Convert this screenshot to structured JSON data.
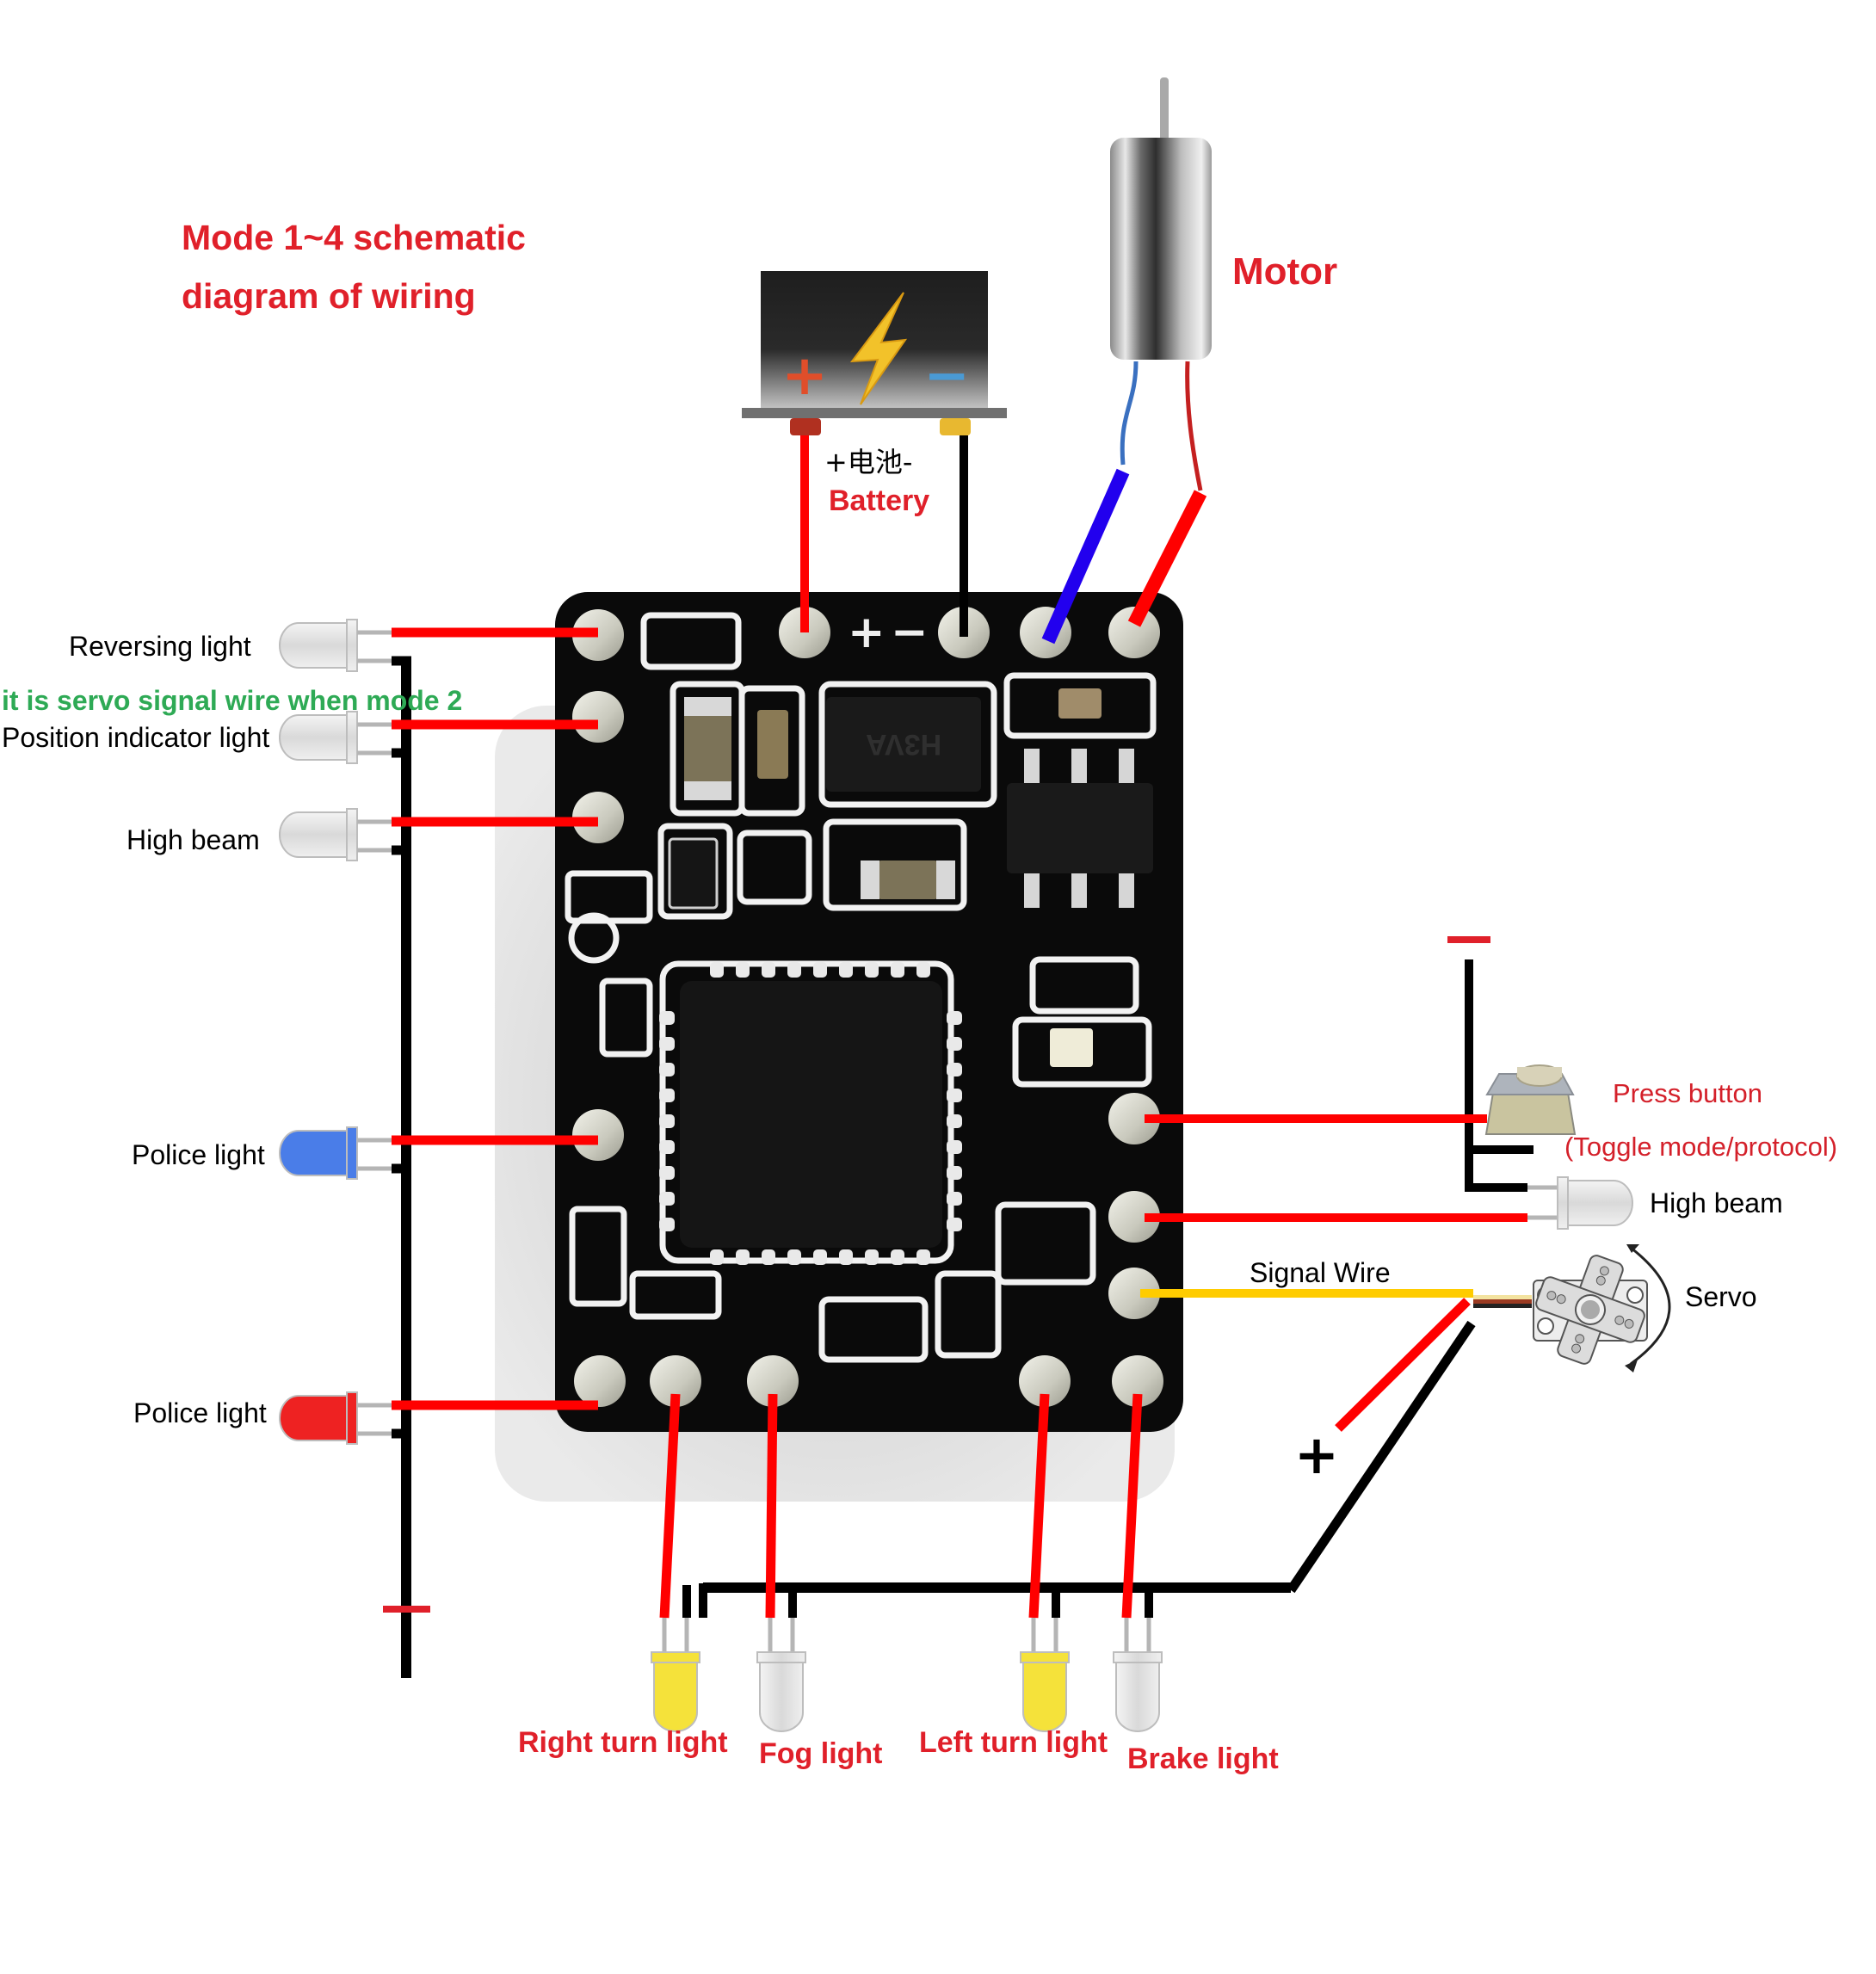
{
  "title": {
    "line1": "Mode 1~4 schematic",
    "line2": "diagram of wiring"
  },
  "colors": {
    "positive_wire": "#ff0000",
    "ground_wire": "#000000",
    "motor_negative_wire": "#2200ee",
    "signal_wire": "#ffcc00",
    "label_red": "#e0202a",
    "note_green": "#2eaa55",
    "pcb": "#0a0a0a"
  },
  "battery": {
    "cn_label": "+电池-",
    "label": "Battery",
    "plus_symbol": "+",
    "minus_symbol": "−",
    "icon": "lightning-bolt-icon"
  },
  "motor": {
    "label": "Motor"
  },
  "note": {
    "servo_signal": "it is servo signal wire when mode 2"
  },
  "left_lights": [
    {
      "label": "Reversing light",
      "led_color": "clear"
    },
    {
      "label": "Position indicator light",
      "led_color": "clear"
    },
    {
      "label": "High beam",
      "led_color": "clear"
    },
    {
      "label": "Police light",
      "led_color": "blue"
    },
    {
      "label": "Police light",
      "led_color": "red"
    }
  ],
  "left_bus": {
    "polarity": "−"
  },
  "right_side": {
    "bus_polarity": "−",
    "button_label": "Press button",
    "button_sublabel": "(Toggle mode/protocol)",
    "high_beam_label": "High beam",
    "signal_wire_label": "Signal Wire",
    "servo_label": "Servo",
    "servo_power_polarity": "+"
  },
  "bottom_lights": [
    {
      "label": "Right turn light",
      "led_color": "yellow"
    },
    {
      "label": "Fog light",
      "led_color": "clear"
    },
    {
      "label": "Left turn light",
      "led_color": "yellow"
    },
    {
      "label": "Brake light",
      "led_color": "clear"
    }
  ],
  "pcb": {
    "silkscreen_plus": "+",
    "silkscreen_minus": "−",
    "chip_marking": "H3VA"
  }
}
